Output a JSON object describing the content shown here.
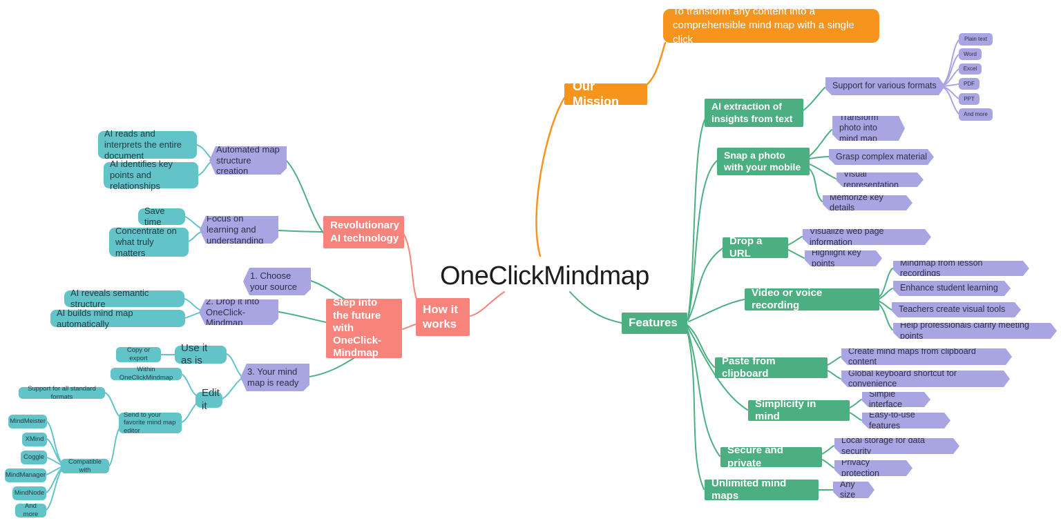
{
  "title": "OneClickMindmap",
  "colors": {
    "orange": "#F7941E",
    "salmon": "#F8837B",
    "green": "#4CAF82",
    "teal": "#62C3C9",
    "purple": "#A9A4E2"
  },
  "mission": {
    "label": "Our Mission",
    "statement": "To transform any content into a comprehensible mind map with a single click"
  },
  "how_it_works": {
    "label": "How it works",
    "revolutionary": {
      "label": "Revolutionary AI technology",
      "automated": {
        "label": "Automated map structure creation",
        "reads": "AI reads and interprets the entire document",
        "identifies": "AI identifies key points and relationships"
      },
      "focus": {
        "label": "Focus on learning and understanding",
        "save_time": "Save time",
        "concentrate": "Concentrate on what truly matters"
      }
    },
    "step_future": {
      "label": "Step into the future with OneClick-Mindmap",
      "step1": "1. Choose your source",
      "step2": {
        "label": "2. Drop it into OneClick-Mindmap",
        "semantic": "AI reveals semantic structure",
        "auto": "AI builds mind map automatically"
      },
      "step3": {
        "label": "3. Your mind map is ready",
        "use_as_is": {
          "label": "Use it as is",
          "copy": "Copy or export"
        },
        "edit": {
          "label": "Edit it",
          "within": "Within OneClickMindmap",
          "send": {
            "label": "Send to your favorite mind map editor",
            "formats": "Support for all standard formats",
            "compatible": {
              "label": "Compatible with",
              "tools": [
                "MindMeister",
                "XMind",
                "Coggle",
                "MindManager",
                "MindNode",
                "And more"
              ]
            }
          }
        }
      }
    }
  },
  "features": {
    "label": "Features",
    "ai_extraction": {
      "label": "AI extraction of insights from text",
      "formats": {
        "label": "Support for various formats",
        "types": [
          "Plain text",
          "Word",
          "Excel",
          "PDF",
          "PPT",
          "And more"
        ]
      }
    },
    "snap_photo": {
      "label": "Snap a photo with your mobile",
      "items": [
        "Transform photo into mind map",
        "Grasp complex material",
        "Visual representation",
        "Memorize key details"
      ]
    },
    "drop_url": {
      "label": "Drop a URL",
      "items": [
        "Visualize web page information",
        "Highlight key points"
      ]
    },
    "video_voice": {
      "label": "Video or voice recording",
      "items": [
        "Mindmap from lesson recordings",
        "Enhance student learning",
        "Teachers create visual tools",
        "Help professionals clarify meeting points"
      ]
    },
    "clipboard": {
      "label": "Paste from clipboard",
      "items": [
        "Create mind maps from clipboard content",
        "Global keyboard shortcut for convenience"
      ]
    },
    "simplicity": {
      "label": "Simplicity in mind",
      "items": [
        "Simple interface",
        "Easy-to-use features"
      ]
    },
    "secure": {
      "label": "Secure and private",
      "items": [
        "Local storage for data security",
        "Privacy protection"
      ]
    },
    "unlimited": {
      "label": "Unlimited mind maps",
      "items": [
        "Any size"
      ]
    }
  }
}
